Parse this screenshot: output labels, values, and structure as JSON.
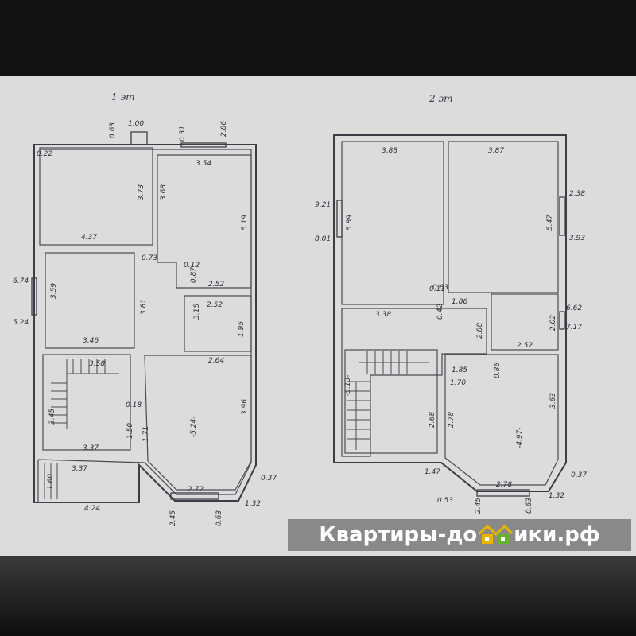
{
  "floors": {
    "first": {
      "label": "1 эт"
    },
    "second": {
      "label": "2 эт"
    }
  },
  "dimensions": {
    "first": [
      "1.00",
      "0.63",
      "0.31",
      "2.86",
      "0.22",
      "3.54",
      "3.73",
      "3.68",
      "4.37",
      "0.73",
      "0.12",
      "0.87",
      "5.19",
      "6.74",
      "3.59",
      "3.81",
      "2.52",
      "2.52",
      "5.24",
      "3.15",
      "1.95",
      "3.46",
      "3.58",
      "2.64",
      "0.18",
      "3.45",
      "1.50",
      "1.71",
      "-5.24-",
      "3.96",
      "3.37",
      "3.37",
      "1.60",
      "2.72",
      "0.37",
      "4.24",
      "1.32",
      "2.45",
      "0.63"
    ],
    "second": [
      "3.88",
      "3.87",
      "9.21",
      "5.89",
      "2.38",
      "5.47",
      "8.01",
      "3.93",
      "0.11",
      "0.63",
      "1.86",
      "6.62",
      "3.38",
      "0.42",
      "2.02",
      "7.17",
      "2.88",
      "2.52",
      "-5.13-",
      "1.85",
      "0.86",
      "1.70",
      "2.68",
      "2.78",
      "-4.97-",
      "3.63",
      "1.47",
      "0.37",
      "0.53",
      "2.78",
      "2.45",
      "0.63",
      "1.32"
    ]
  },
  "watermark": {
    "before": "Квартиры-до",
    "icon": "house-logo-icon",
    "after": "ики.рф"
  }
}
